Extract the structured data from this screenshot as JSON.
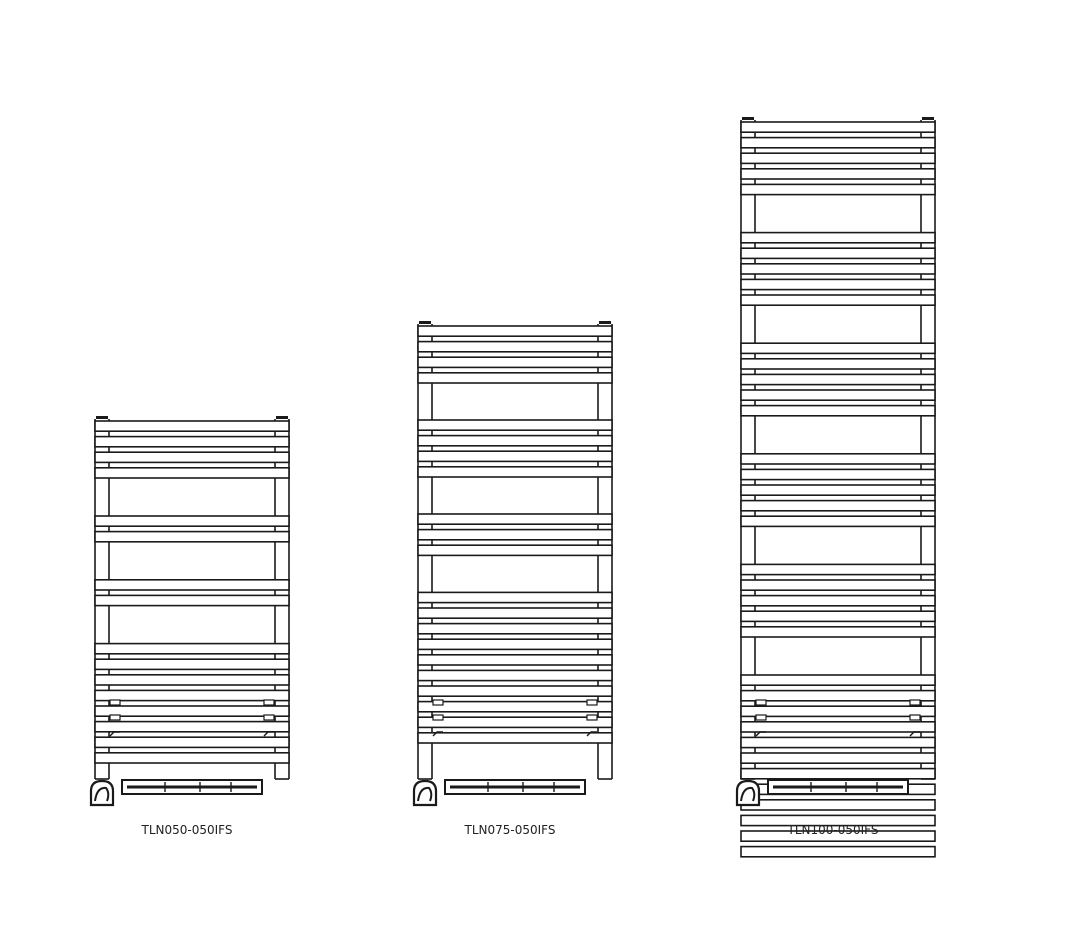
{
  "colors": {
    "line": "#1a1a1a",
    "background": "#ffffff",
    "label": "#222222"
  },
  "radiators": [
    {
      "model": "TLN050-050IFS",
      "bar_groups": [
        4,
        2,
        2,
        8
      ]
    },
    {
      "model": "TLN075-050IFS",
      "bar_groups": [
        4,
        4,
        3,
        10
      ]
    },
    {
      "model": "TLN100-050IFS",
      "bar_groups": [
        5,
        5,
        5,
        5,
        5,
        12
      ]
    }
  ]
}
